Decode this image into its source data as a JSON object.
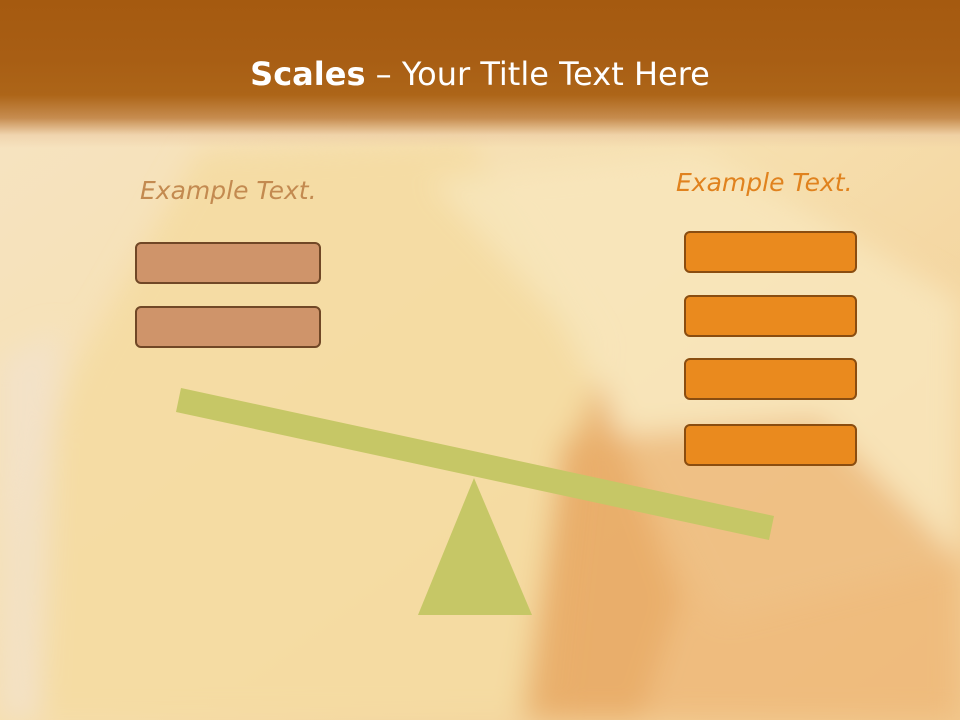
{
  "slide": {
    "title_bold": "Scales",
    "title_rest": " – Your Title Text Here",
    "left_caption": "Example Text.",
    "right_caption": "Example Text."
  },
  "left_pan": {
    "item_count": 2
  },
  "right_pan": {
    "item_count": 4
  },
  "colors": {
    "title_bar": "#a55a10",
    "left_box_fill": "#cf946a",
    "left_box_border": "#704726",
    "right_box_fill": "#ea8a1e",
    "right_box_border": "#8a4d10",
    "beam_and_fulcrum": "#c6c766",
    "left_caption": "#c38a50",
    "right_caption": "#e0821e"
  }
}
